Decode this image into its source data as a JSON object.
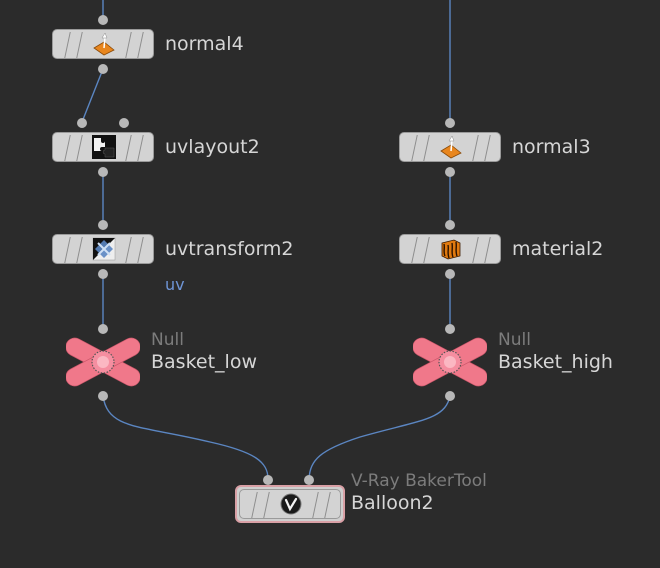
{
  "network": {
    "nodes": [
      {
        "id": "normal4",
        "name": "normal4",
        "icon": "normal-icon"
      },
      {
        "id": "uvlayout2",
        "name": "uvlayout2",
        "icon": "uvlayout-puzzle-icon"
      },
      {
        "id": "uvtransform2",
        "name": "uvtransform2",
        "icon": "uvtransform-icon",
        "flag": "uv"
      },
      {
        "id": "basket_low",
        "name": "Basket_low",
        "type": "Null",
        "icon": "null-icon"
      },
      {
        "id": "normal3",
        "name": "normal3",
        "icon": "normal-icon"
      },
      {
        "id": "material2",
        "name": "material2",
        "icon": "material-icon"
      },
      {
        "id": "basket_high",
        "name": "Basket_high",
        "type": "Null",
        "icon": "null-icon"
      },
      {
        "id": "balloon2",
        "name": "Balloon2",
        "type": "V-Ray BakerTool",
        "icon": "vray-icon",
        "selected": true
      }
    ],
    "colors": {
      "background": "#2b2b2b",
      "wire": "#5b86c2",
      "node_body": "#d3d3d3",
      "null_pink": "#f0788a",
      "selected_outline": "#d9a0a6",
      "flag_text": "#6f95d6"
    }
  }
}
